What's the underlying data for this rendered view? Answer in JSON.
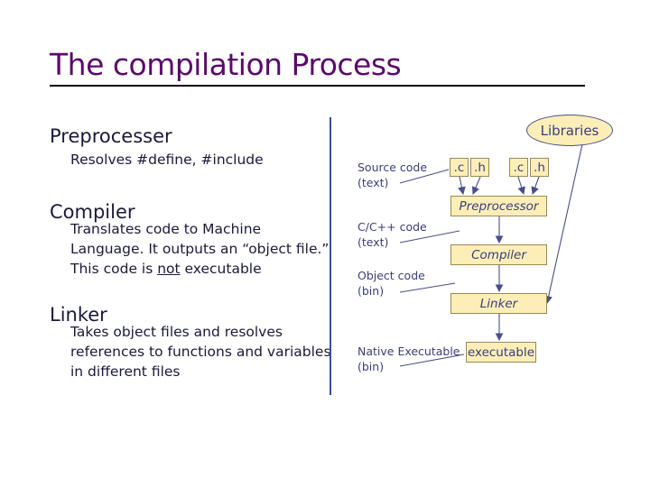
{
  "slide": {
    "title": "The compilation Process"
  },
  "left": {
    "preprocessor": {
      "heading": "Preprocesser",
      "text": "Resolves #define, #include"
    },
    "compiler": {
      "heading": "Compiler",
      "text_before": "Translates code to Machine Language.  It outputs an “object file.”  This code is ",
      "text_emph": "not",
      "text_after": " executable"
    },
    "linker": {
      "heading": "Linker",
      "text": "Takes object files and resolves references to functions and variables in different files"
    }
  },
  "diagram": {
    "labels": {
      "source": "Source code\n(text)",
      "cpp": "C/C++ code\n(text)",
      "object": "Object code\n(bin)",
      "native": "Native Executable\n(bin)"
    },
    "files": {
      "c1": ".c",
      "h1": ".h",
      "c2": ".c",
      "h2": ".h"
    },
    "libraries": "Libraries",
    "preprocessor": "Preprocessor",
    "compiler": "Compiler",
    "linker": "Linker",
    "executable": "executable"
  }
}
